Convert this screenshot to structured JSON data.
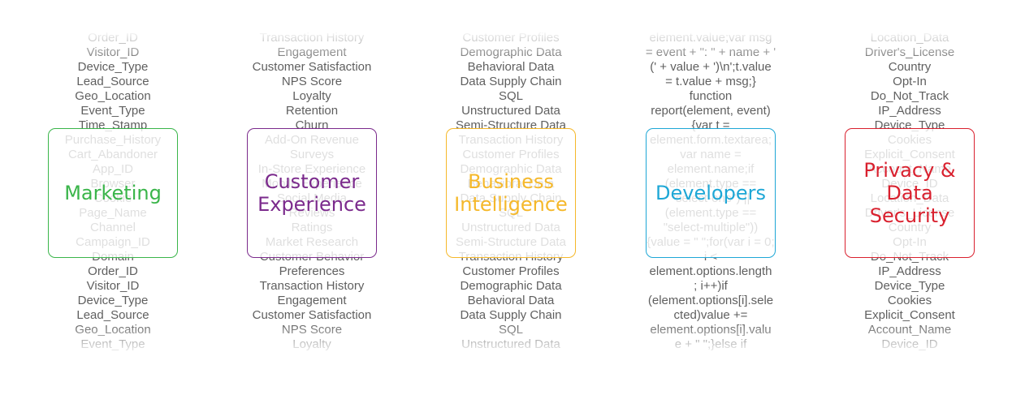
{
  "columns": [
    {
      "id": "marketing",
      "label": "Marketing",
      "color": "#3ab54a",
      "words": [
        "Order_ID",
        "Visitor_ID",
        "Device_Type",
        "Lead_Source",
        "Geo_Location",
        "Event_Type",
        "Time_Stamp",
        "Purchase_History",
        "Cart_Abandoner",
        "App_ID",
        "Browser",
        "Cookie",
        "Page_Name",
        "Channel",
        "Campaign_ID",
        "Domain",
        "Order_ID",
        "Visitor_ID",
        "Device_Type",
        "Lead_Source",
        "Geo_Location",
        "Event_Type"
      ]
    },
    {
      "id": "customer-experience",
      "label": "Customer\nExperience",
      "color": "#7b2a8c",
      "words": [
        "Transaction History",
        "Engagement",
        "Customer Satisfaction",
        "NPS Score",
        "Loyalty",
        "Retention",
        "Churn",
        "Add-On Revenue",
        "Surveys",
        "In-Store Experience",
        "Mobile Experience",
        "Social Media",
        "Reviews",
        "Ratings",
        "Market Research",
        "Customer Behavior",
        "Preferences",
        "Transaction History",
        "Engagement",
        "Customer Satisfaction",
        "NPS Score",
        "Loyalty"
      ]
    },
    {
      "id": "business-intelligence",
      "label": "Business\nIntelligence",
      "color": "#f5b82a",
      "words": [
        "Customer Profiles",
        "Demographic Data",
        "Behavioral Data",
        "Data Supply Chain",
        "SQL",
        "Unstructured Data",
        "Semi-Structure Data",
        "Transaction History",
        "Customer Profiles",
        "Demographic Data",
        "Behavioral Data",
        "Data Supply Chain",
        "SQL",
        "Unstructured Data",
        "Semi-Structure Data",
        "Transaction History",
        "Customer Profiles",
        "Demographic Data",
        "Behavioral Data",
        "Data Supply Chain",
        "SQL",
        "Unstructured Data"
      ]
    },
    {
      "id": "developers",
      "label": "Developers",
      "color": "#1ea7d6",
      "words": [
        "element.value;var msg",
        "= event + \": \" + name + '",
        "(' + value + ')\\n';t.value",
        "= t.value + msg;}",
        "function",
        "report(element, event)",
        "{var t =",
        "element.form.textarea;",
        "var name =",
        "element.name;if",
        "(element.type ==",
        "\"select-one\") ||",
        "(element.type ==",
        "\"select-multiple\"))",
        "{value = \" \";for(var i = 0;",
        "i <",
        "element.options.length",
        "; i++)if",
        "(element.options[i].sele",
        "cted)value +=",
        "element.options[i].valu",
        "e + \" \";}else if"
      ]
    },
    {
      "id": "privacy",
      "label": "Privacy &\nData Security",
      "color": "#d9202e",
      "words": [
        "Location_Data",
        "Driver's_License",
        "Country",
        "Opt-In",
        "Do_Not_Track",
        "IP_Address",
        "Device_Type",
        "Cookies",
        "Explicit_Consent",
        "Account_Name",
        "Device_ID",
        "Location_Data",
        "Driver's_License",
        "Country",
        "Opt-In",
        "Do_Not_Track",
        "IP_Address",
        "Device_Type",
        "Cookies",
        "Explicit_Consent",
        "Account_Name",
        "Device_ID"
      ]
    }
  ]
}
